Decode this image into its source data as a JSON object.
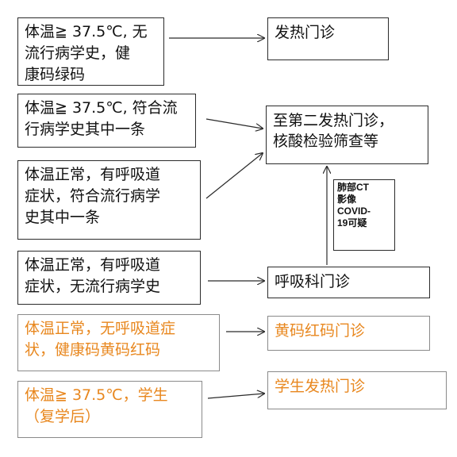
{
  "sources": [
    {
      "id": "s1",
      "lines": [
        "体温≧ 37.5℃, 无",
        "流行病学史，健",
        "康码绿码"
      ]
    },
    {
      "id": "s2",
      "lines": [
        "体温≧ 37.5℃, 符合流",
        "行病学史其中一条"
      ]
    },
    {
      "id": "s3",
      "lines": [
        "体温正常，有呼吸道",
        "症状，符合流行病学",
        "史其中一条"
      ]
    },
    {
      "id": "s4",
      "lines": [
        "体温正常，有呼吸道",
        "症状，无流行病学史"
      ]
    },
    {
      "id": "s5",
      "lines": [
        "体温正常，无呼吸道症",
        "状，健康码黄码红码"
      ]
    },
    {
      "id": "s6",
      "lines": [
        "体温≧ 37.5℃，学生",
        "（复学后）"
      ]
    }
  ],
  "destinations": [
    {
      "id": "d1",
      "lines": [
        "发热门诊"
      ]
    },
    {
      "id": "d2",
      "lines": [
        "至第二发热门诊，",
        "核酸检验筛查等"
      ]
    },
    {
      "id": "d3",
      "lines": [
        "呼吸科门诊"
      ]
    },
    {
      "id": "d4",
      "lines": [
        "黄码红码门诊"
      ]
    },
    {
      "id": "d5",
      "lines": [
        "学生发热门诊"
      ]
    }
  ],
  "note": {
    "lines": [
      "肺部CT",
      "影像",
      "COVID-",
      "19可疑"
    ]
  },
  "colors": {
    "border": "#2b2b2b",
    "text": "#111111",
    "highlight": "#e8871e"
  }
}
